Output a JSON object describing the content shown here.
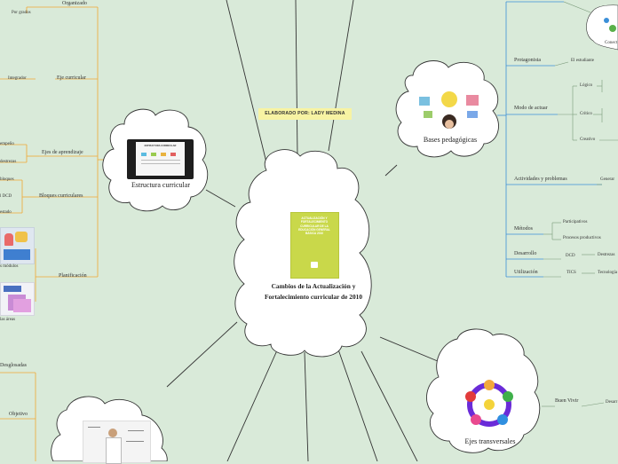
{
  "credit": "ELABORADO POR: LADY MEDINA",
  "center": {
    "title": "Cambios de la Actualización y Fortalecimiento curricular de 2010",
    "book_lines": [
      "ACTUALIZACIÓN Y",
      "FORTALECIMIENTO",
      "CURRICULAR DE LA",
      "EDUCACIÓN GENERAL",
      "BÁSICA 2010"
    ]
  },
  "estructura": {
    "title": "Estructura curricular",
    "image_caption": "ESTRUCTURA CURRICULAR",
    "branches": {
      "organizado": "Organizado",
      "por_grados": "Por grados",
      "eje_curricular": "Eje curricular",
      "integrador": "Integrador",
      "ejes_aprendizaje": "Ejes de aprendizaje",
      "desempeno": "empeño",
      "destrezas": "destrezas",
      "bloques": "Bloques curriculares",
      "bloques_a": "bloques",
      "bloques_b": "l DCD",
      "bloques_c": "estado",
      "planificacion": "Planificación",
      "modulos": "s módulos",
      "areas": "las áreas"
    }
  },
  "bases": {
    "title": "Bases pedagógicas",
    "protagonista": "Protagonista",
    "el_estudiante": "El estudiante",
    "modo_de_actuar": "Modo de actuar",
    "logico": "Lógico",
    "critico": "Crítico",
    "creativo": "Creativo",
    "actividades": "Actividades y problemas",
    "generar": "Generar",
    "metodos": "Métodos",
    "participativos": "Participativos",
    "procesos": "Procesos productivos",
    "desarrollo": "Desarrollo",
    "dcd": "DCD",
    "destrezas": "Destrezas",
    "utilizacion": "Utilización",
    "tics": "TICS",
    "tecnologia": "Tecnología",
    "conect": "Conect"
  },
  "transversales": {
    "title": "Ejes transversales",
    "buen_vivir": "Buen Vivir",
    "desarrollo": "Desarr"
  },
  "perfil": {
    "desglosadas": "Desglosadas",
    "objetivo": "Objetivo"
  },
  "colors": {
    "background": "#d9ead9",
    "branch_orange": "#f0a733",
    "branch_blue": "#3b8fd8",
    "branch_dark": "#333333",
    "book_green": "#c9d84a",
    "credit_bg": "#f7f3a3"
  }
}
